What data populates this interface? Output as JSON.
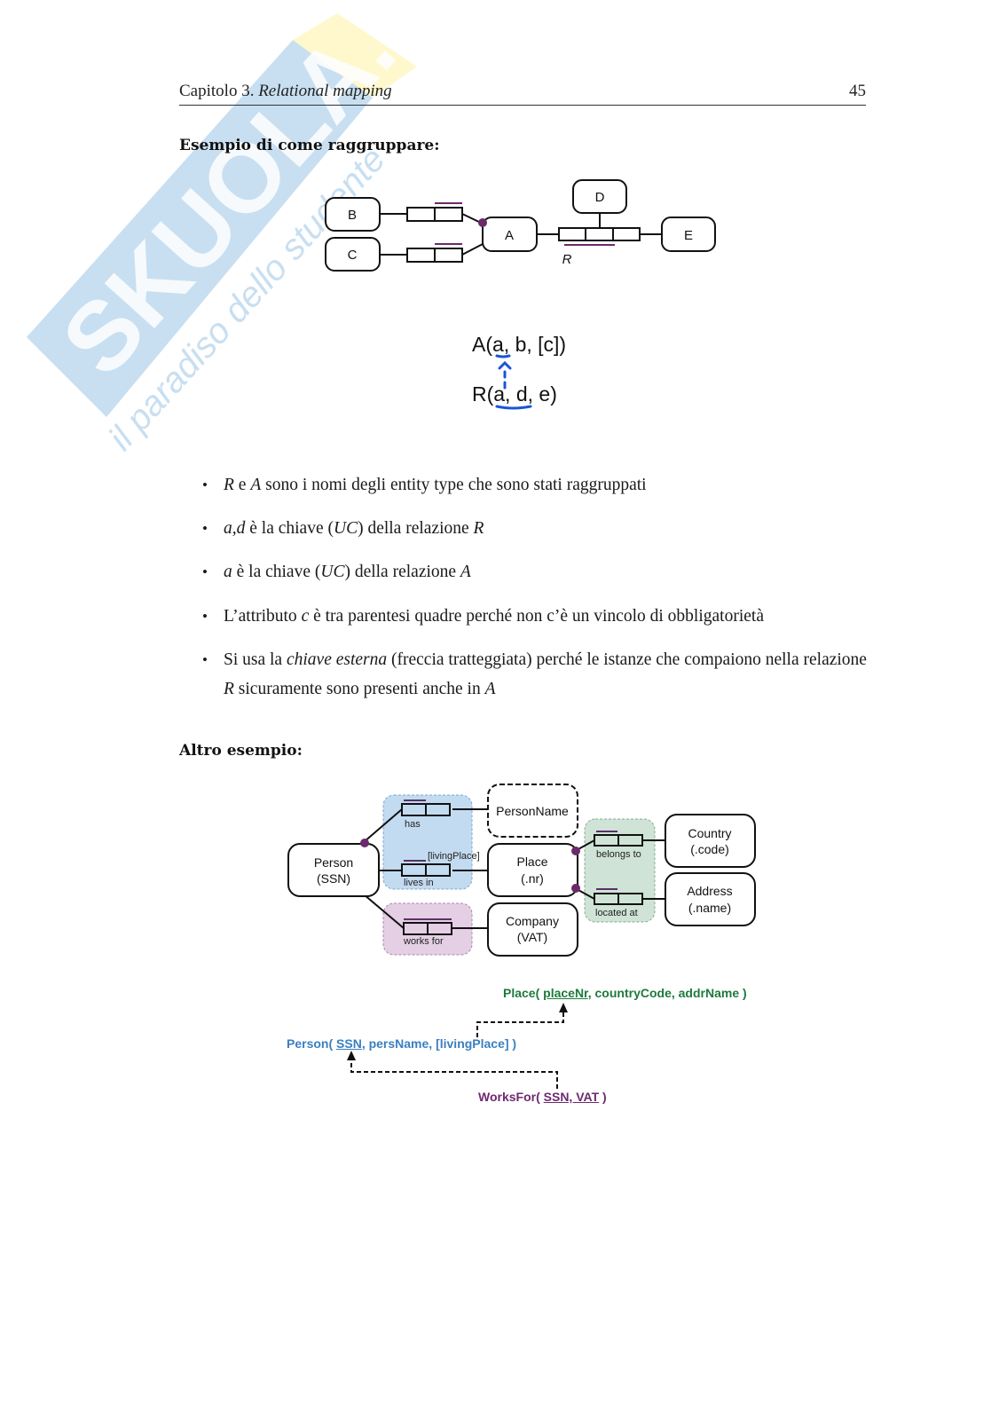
{
  "watermark": {
    "brand": "SKUOLA.net",
    "tagline": "il paradiso dello studente",
    "colors": {
      "blue": "#9cc6e6",
      "yellow": "#fff3a6"
    }
  },
  "header": {
    "chapter_prefix": "Capitolo 3.",
    "chapter_title": "Relational mapping",
    "page_number": "45"
  },
  "section1": {
    "title": "Esempio di come raggruppare:",
    "diagram": {
      "entities": [
        "B",
        "C",
        "A",
        "D",
        "E"
      ],
      "relation_label": "R",
      "schema_A": "A(a, b, [c])",
      "schema_R": "R(a, d, e)",
      "accent_color": "#6b2a6b",
      "annotation_color": "#1a56d6"
    }
  },
  "bullets": [
    {
      "parts": [
        [
          "i",
          "R"
        ],
        [
          "t",
          " e "
        ],
        [
          "i",
          "A"
        ],
        [
          "t",
          " sono i nomi degli entity type che sono stati raggruppati"
        ]
      ]
    },
    {
      "parts": [
        [
          "i",
          "a,d"
        ],
        [
          "t",
          " è la chiave ("
        ],
        [
          "i",
          "UC"
        ],
        [
          "t",
          ") della relazione "
        ],
        [
          "i",
          "R"
        ]
      ]
    },
    {
      "parts": [
        [
          "i",
          "a"
        ],
        [
          "t",
          " è la chiave ("
        ],
        [
          "i",
          "UC"
        ],
        [
          "t",
          ") della relazione "
        ],
        [
          "i",
          "A"
        ]
      ]
    },
    {
      "parts": [
        [
          "t",
          "L’attributo "
        ],
        [
          "i",
          "c"
        ],
        [
          "t",
          " è tra parentesi quadre perché non c’è un vincolo di obbligatorietà"
        ]
      ]
    },
    {
      "parts": [
        [
          "t",
          "Si usa la "
        ],
        [
          "i",
          "chiave esterna"
        ],
        [
          "t",
          " (freccia tratteggiata) perché le istanze che compaiono nella relazione "
        ],
        [
          "i",
          "R"
        ],
        [
          "t",
          " sicuramente sono presenti anche in "
        ],
        [
          "i",
          "A"
        ]
      ]
    }
  ],
  "section2": {
    "title": "Altro esempio:",
    "diagram": {
      "person": [
        "Person",
        "(SSN)"
      ],
      "person_name": "PersonName",
      "place": [
        "Place",
        "(.nr)"
      ],
      "company": [
        "Company",
        "(VAT)"
      ],
      "country": [
        "Country",
        "(.code)"
      ],
      "address": [
        "Address",
        "(.name)"
      ],
      "roles": {
        "has": "has",
        "lives_in": "lives in",
        "living_place": "[livingPlace]",
        "works_for": "works for",
        "belongs_to": "belongs to",
        "located_at": "located at"
      },
      "group_colors": {
        "blue": "#c3dbf1",
        "purple": "#e4cfe4",
        "green": "#cfe3d6"
      },
      "dot_color": "#6b2a6b"
    },
    "schemas": {
      "place": {
        "name": "Place(",
        "key": "placeNr",
        "rest": ", countryCode, addrName )",
        "color": "#1e7a3c"
      },
      "person": {
        "name": "Person(",
        "key": "SSN",
        "rest": ", persName, [livingPlace] )",
        "color": "#3a7fc1"
      },
      "worksfor": {
        "name": "WorksFor(",
        "key": "SSN, VAT",
        "rest": " )",
        "color": "#6e2a6e"
      }
    }
  }
}
